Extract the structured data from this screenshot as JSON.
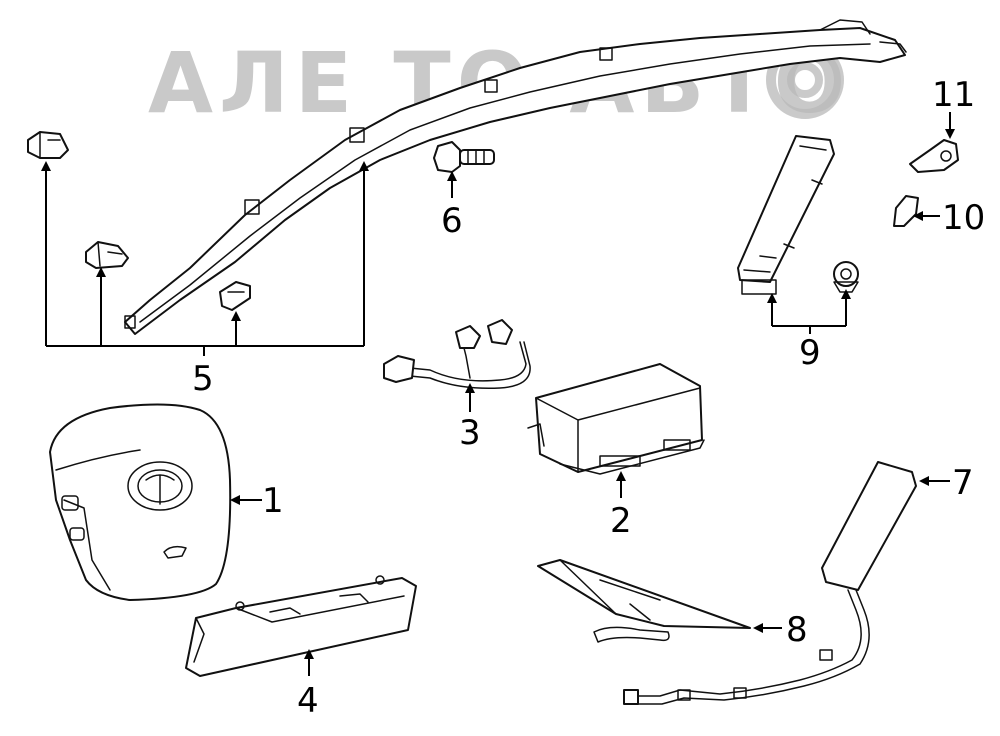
{
  "watermark": {
    "text": "АЛЕ ТО АВТО"
  },
  "callouts": {
    "c1": "1",
    "c2": "2",
    "c3": "3",
    "c4": "4",
    "c5": "5",
    "c6": "6",
    "c7": "7",
    "c8": "8",
    "c9": "9",
    "c10": "10",
    "c11": "11"
  },
  "colors": {
    "line": "#111111",
    "watermark": "#b8b8b8",
    "background": "#ffffff"
  }
}
